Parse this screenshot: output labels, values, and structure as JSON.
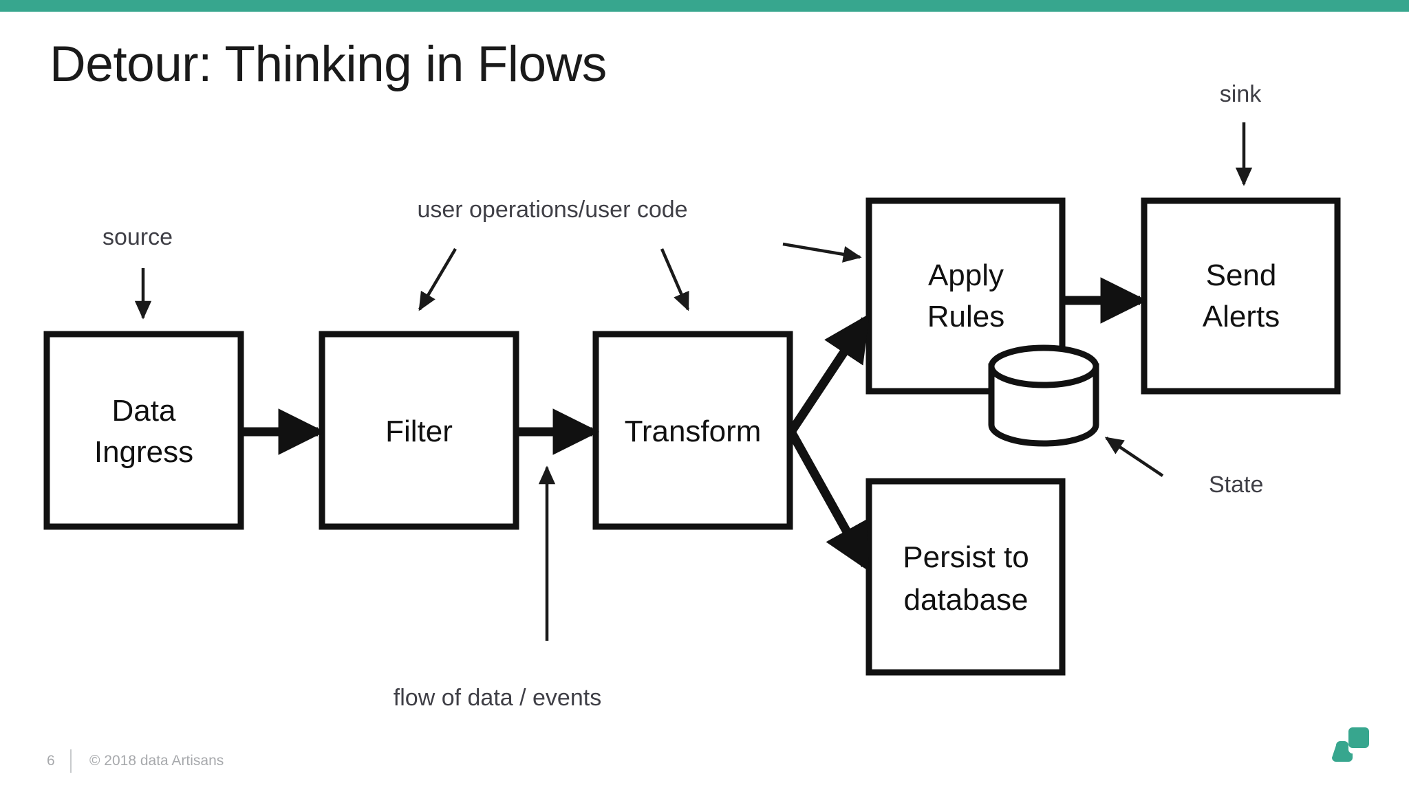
{
  "slide": {
    "title": "Detour: Thinking in Flows",
    "accent_color": "#37a68e",
    "background": "#ffffff"
  },
  "footer": {
    "page_number": "6",
    "copyright": "© 2018 data Artisans",
    "logo_name": "data-artisans-logo",
    "logo_color": "#37a68e"
  },
  "diagram": {
    "type": "flow",
    "nodes": [
      {
        "id": "data-ingress",
        "label_line1": "Data",
        "label_line2": "Ingress",
        "shape": "rect"
      },
      {
        "id": "filter",
        "label_line1": "Filter",
        "label_line2": "",
        "shape": "rect"
      },
      {
        "id": "transform",
        "label_line1": "Transform",
        "label_line2": "",
        "shape": "rect"
      },
      {
        "id": "apply-rules",
        "label_line1": "Apply",
        "label_line2": "Rules",
        "shape": "rect"
      },
      {
        "id": "send-alerts",
        "label_line1": "Send",
        "label_line2": "Alerts",
        "shape": "rect"
      },
      {
        "id": "persist-to-database",
        "label_line1": "Persist to",
        "label_line2": "database",
        "shape": "rect"
      },
      {
        "id": "state-store",
        "label_line1": "",
        "label_line2": "",
        "shape": "cylinder"
      }
    ],
    "edges": [
      {
        "from": "data-ingress",
        "to": "filter"
      },
      {
        "from": "filter",
        "to": "transform"
      },
      {
        "from": "transform",
        "to": "apply-rules"
      },
      {
        "from": "transform",
        "to": "persist-to-database"
      },
      {
        "from": "apply-rules",
        "to": "send-alerts"
      }
    ],
    "annotations": [
      {
        "id": "source",
        "text": "source",
        "points_to": "data-ingress"
      },
      {
        "id": "user-ops",
        "text": "user operations/user code",
        "points_to": "filter, transform"
      },
      {
        "id": "sink",
        "text": "sink",
        "points_to": "send-alerts"
      },
      {
        "id": "state",
        "text": "State",
        "points_to": "state-store"
      },
      {
        "id": "flow-of-data",
        "text": "flow of data / events",
        "points_to": "transform"
      }
    ]
  }
}
